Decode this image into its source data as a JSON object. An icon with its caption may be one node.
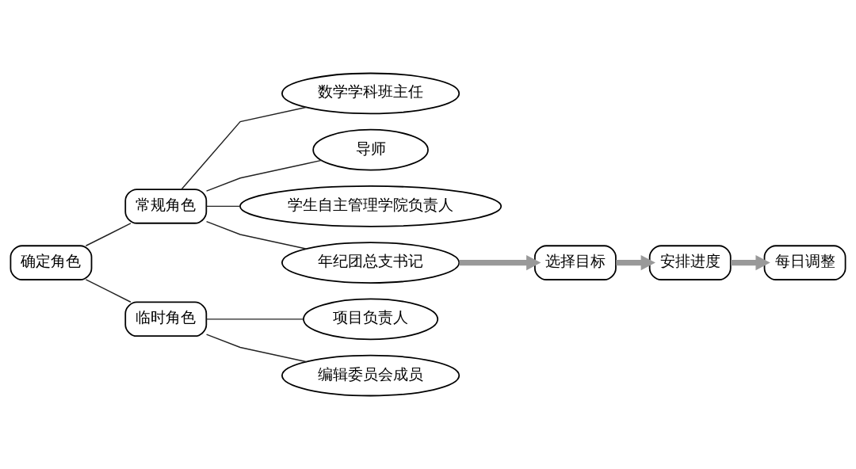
{
  "diagram": {
    "nodes": [
      {
        "text": [
          "确定角色"
        ]
      },
      {
        "text": [
          "常规角色"
        ]
      },
      {
        "text": [
          "临时角色"
        ]
      },
      {
        "text": [
          "数学学科班主任"
        ]
      },
      {
        "text": [
          "导师"
        ]
      },
      {
        "text": [
          "学生自主管理学院负责人"
        ]
      },
      {
        "text": [
          "年纪团总支书记"
        ]
      },
      {
        "text": [
          "项目负责人"
        ]
      },
      {
        "text": [
          "编辑委员会成员"
        ]
      },
      {
        "text": [
          "选择目标"
        ]
      },
      {
        "text": [
          "安排进度"
        ]
      },
      {
        "text": [
          "每日调整"
        ]
      }
    ],
    "edges": [
      {
        "from": 0,
        "to": 1,
        "arrow": "none"
      },
      {
        "from": 0,
        "to": 2,
        "arrow": "none"
      },
      {
        "from": 1,
        "to": 3,
        "arrow": "none"
      },
      {
        "from": 1,
        "to": 4,
        "arrow": "none"
      },
      {
        "from": 1,
        "to": 5,
        "arrow": "none"
      },
      {
        "from": 1,
        "to": 6,
        "arrow": "none"
      },
      {
        "from": 2,
        "to": 7,
        "arrow": "none"
      },
      {
        "from": 2,
        "to": 8,
        "arrow": "none"
      },
      {
        "from": 6,
        "to": 9,
        "arrow": "to",
        "style": "thick",
        "color": "#999999"
      },
      {
        "from": 9,
        "to": 10,
        "arrow": "to",
        "style": "thick",
        "color": "#999999"
      },
      {
        "from": 10,
        "to": 11,
        "arrow": "to",
        "style": "thick",
        "color": "#999999"
      }
    ]
  }
}
